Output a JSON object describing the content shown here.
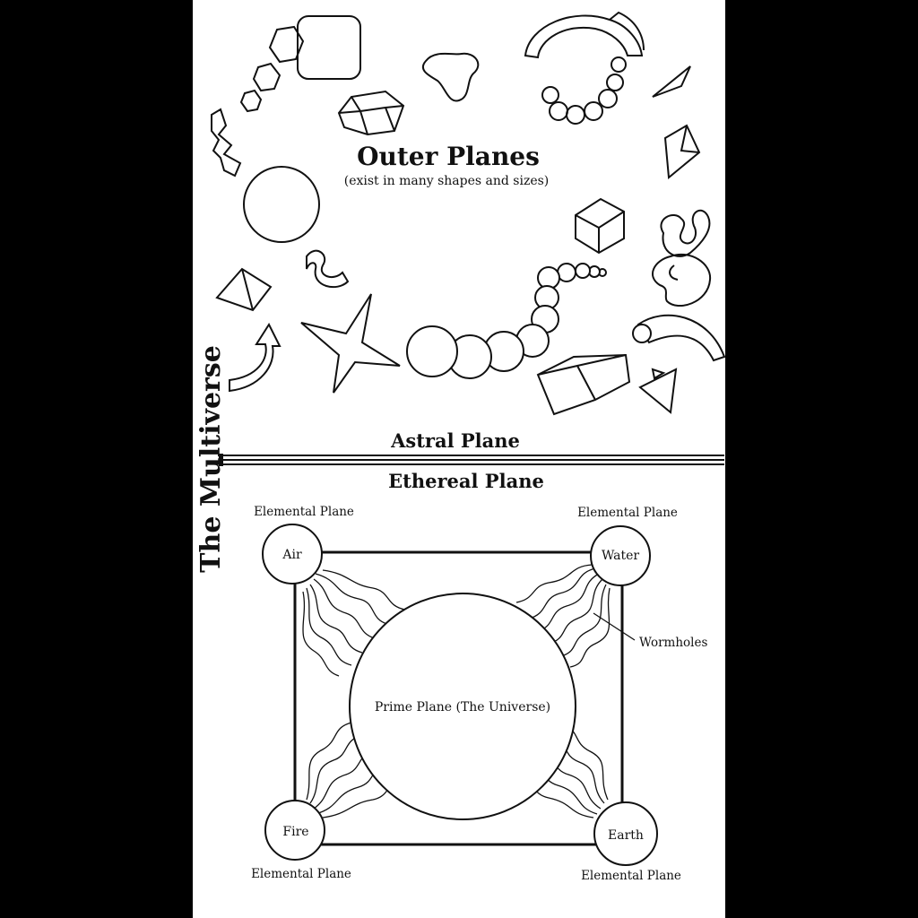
{
  "diagram": {
    "side_title": "The Multiverse",
    "outer": {
      "title": "Outer Planes",
      "subtitle": "(exist in many shapes and sizes)"
    },
    "astral_label": "Astral Plane",
    "ethereal_label": "Ethereal Plane",
    "nodes": [
      {
        "id": "air",
        "name": "Air",
        "caption": "Elemental Plane"
      },
      {
        "id": "water",
        "name": "Water",
        "caption": "Elemental Plane"
      },
      {
        "id": "fire",
        "name": "Fire",
        "caption": "Elemental Plane"
      },
      {
        "id": "earth",
        "name": "Earth",
        "caption": "Elemental Plane"
      }
    ],
    "prime_label": "Prime Plane (The Universe)",
    "wormholes_label": "Wormholes"
  }
}
